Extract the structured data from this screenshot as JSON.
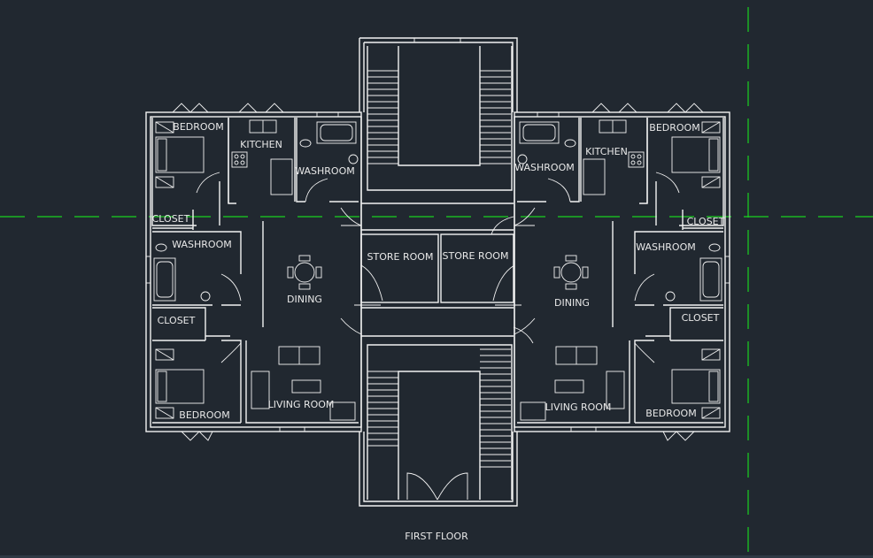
{
  "drawing": {
    "title": "FIRST FLOOR",
    "rooms_left": {
      "bedroom_top": "BEDROOM",
      "kitchen": "KITCHEN",
      "washroom_top": "WASHROOM",
      "closet_top": "CLOSET",
      "washroom_mid": "WASHROOM",
      "dining": "DINING",
      "closet_bottom": "CLOSET",
      "bedroom_bottom": "BEDROOM",
      "living_room": "LIVING ROOM"
    },
    "rooms_center": {
      "store_room_left": "STORE ROOM",
      "store_room_right": "STORE ROOM"
    },
    "rooms_right": {
      "bedroom_top": "BEDROOM",
      "kitchen": "KITCHEN",
      "washroom_top": "WASHROOM",
      "closet_top": "CLOSET",
      "washroom_mid": "WASHROOM",
      "dining": "DINING",
      "closet_bottom": "CLOSET",
      "bedroom_bottom": "BEDROOM",
      "living_room": "LIVING ROOM"
    }
  },
  "colors": {
    "background": "#212830",
    "lines": "#f2f2f2",
    "grid": "#19d11f"
  }
}
